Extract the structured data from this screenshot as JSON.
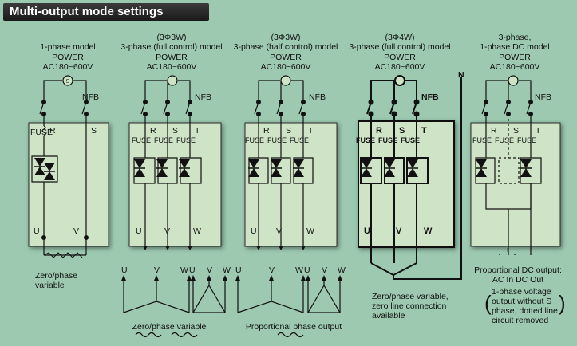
{
  "title": "Multi-output mode settings",
  "colors": {
    "background": "#9cc9b0",
    "panel": "#cfe3c6",
    "banner": "#222222",
    "line": "#111111"
  },
  "models": [
    {
      "name": "1-phase model",
      "power": "POWER",
      "voltage": "AC180~600V",
      "nfb": "NFB",
      "fuse": "FUSE",
      "terminals_in": [
        "R",
        "S"
      ],
      "terminals_out": [
        "U",
        "V"
      ],
      "caption": [
        "Zero/phase",
        "variable"
      ]
    },
    {
      "tag": "(3Φ3W)",
      "name": "3-phase (full control) model",
      "power": "POWER",
      "voltage": "AC180~600V",
      "nfb": "NFB",
      "fuse": "FUSE",
      "terminals_in": [
        "R",
        "S",
        "T"
      ],
      "terminals_out": [
        "U",
        "V",
        "W"
      ]
    },
    {
      "tag": "(3Φ3W)",
      "name": "3-phase (half control) model",
      "power": "POWER",
      "voltage": "AC180~600V",
      "nfb": "NFB",
      "fuse": "FUSE",
      "terminals_in": [
        "R",
        "S",
        "T"
      ],
      "terminals_out": [
        "U",
        "V",
        "W"
      ]
    },
    {
      "tag": "(3Φ4W)",
      "name": "3-phase (full control) model",
      "power": "POWER",
      "voltage": "AC180~600V",
      "neutral": "N",
      "nfb": "NFB",
      "fuse": "FUSE",
      "terminals_in": [
        "R",
        "S",
        "T"
      ],
      "terminals_out": [
        "U",
        "V",
        "W"
      ],
      "caption": [
        "Zero/phase variable,",
        "zero line connection",
        "available"
      ]
    },
    {
      "name": [
        "3-phase,",
        "1-phase DC model"
      ],
      "power": "POWER",
      "voltage": "AC180~600V",
      "nfb": "NFB",
      "fuse": "FUSE",
      "terminals_in": [
        "R",
        "S",
        "T"
      ],
      "plus": "+",
      "minus": "−",
      "dc_title": "Proportional DC output:",
      "dc_io": "AC  In  DC  Out",
      "paren_open": "(",
      "paren_close": ")",
      "note": [
        "1-phase voltage",
        "output without S",
        "phase, dotted line",
        "circuit removed"
      ]
    }
  ],
  "loads": {
    "left_star": [
      "U",
      "V",
      "W"
    ],
    "left_delta": [
      "U",
      "V",
      "W"
    ],
    "right_star": [
      "U",
      "V",
      "W"
    ],
    "right_delta": [
      "U",
      "V",
      "W"
    ],
    "caption_left": "Zero/phase variable",
    "caption_right": "Proportional phase output"
  }
}
